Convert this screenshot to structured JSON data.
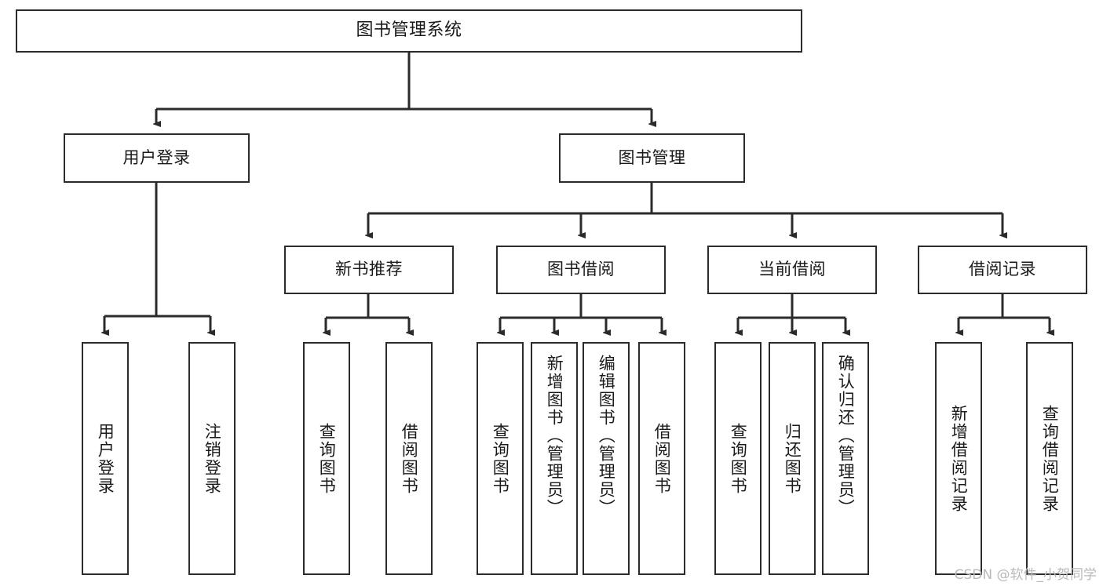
{
  "diagram": {
    "title": "图书管理系统",
    "type": "hierarchy-tree",
    "watermark": "CSDN @软件_小贺同学",
    "levels": {
      "root": {
        "label": "图书管理系统"
      },
      "level2": [
        {
          "label": "用户登录"
        },
        {
          "label": "图书管理"
        }
      ],
      "level3": [
        {
          "label": "新书推荐"
        },
        {
          "label": "图书借阅"
        },
        {
          "label": "当前借阅"
        },
        {
          "label": "借阅记录"
        }
      ],
      "leaves": {
        "user_login": [
          {
            "label": "用户登录"
          },
          {
            "label": "注销登录"
          }
        ],
        "new_book_recommend": [
          {
            "label": "查询图书"
          },
          {
            "label": "借阅图书"
          }
        ],
        "book_borrow": [
          {
            "label": "查询图书"
          },
          {
            "label": "新增图书（管理员）"
          },
          {
            "label": "编辑图书（管理员）"
          },
          {
            "label": "借阅图书"
          }
        ],
        "current_borrow": [
          {
            "label": "查询图书"
          },
          {
            "label": "归还图书"
          },
          {
            "label": "确认归还（管理员）"
          }
        ],
        "borrow_record": [
          {
            "label": "新增借阅记录"
          },
          {
            "label": "查询借阅记录"
          }
        ]
      }
    },
    "colors": {
      "stroke": "#2b2b2b",
      "fill": "#ffffff",
      "text": "#1a1a1a",
      "watermark": "#b9b9b9"
    }
  }
}
